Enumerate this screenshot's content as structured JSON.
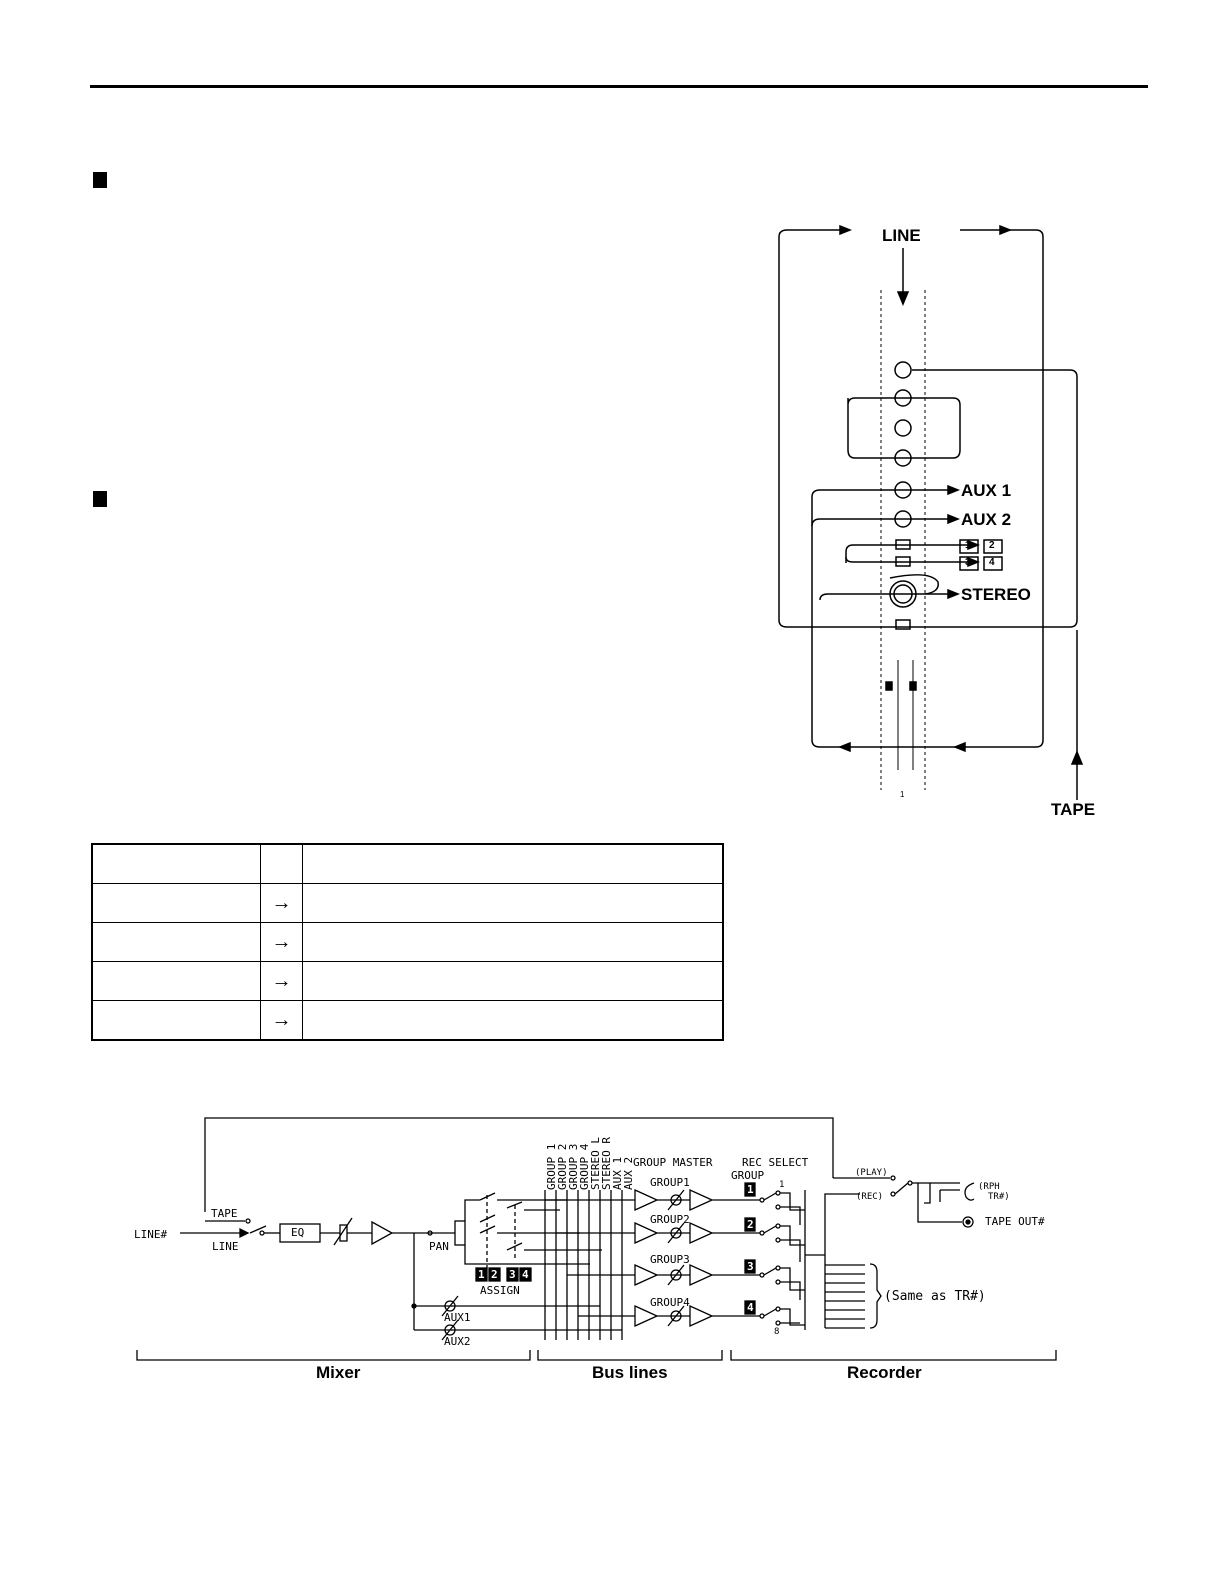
{
  "channel_strip": {
    "input_label": "LINE",
    "tape_label": "TAPE",
    "outputs": [
      "AUX 1",
      "AUX 2",
      "STEREO"
    ],
    "group_buttons_row1": [
      "1",
      "2"
    ],
    "group_buttons_row2": [
      "3",
      "4"
    ],
    "channel_number": "1"
  },
  "routing_table": {
    "rows": [
      {
        "arrow": ""
      },
      {
        "arrow": "→"
      },
      {
        "arrow": "→"
      },
      {
        "arrow": "→"
      },
      {
        "arrow": "→"
      }
    ]
  },
  "block_diagram": {
    "input": "LINE#",
    "tape": "TAPE",
    "line": "LINE",
    "eq": "EQ",
    "pan": "PAN",
    "assign_numbers": [
      "1",
      "2",
      "3",
      "4"
    ],
    "assign": "ASSIGN",
    "aux1": "AUX1",
    "aux2": "AUX2",
    "bus_names": [
      "GROUP 1",
      "GROUP 2",
      "GROUP 3",
      "GROUP 4",
      "STEREO L",
      "STEREO R",
      "AUX 1",
      "AUX 2"
    ],
    "group_master_header": "GROUP MASTER",
    "groups": [
      "GROUP1",
      "GROUP2",
      "GROUP3",
      "GROUP4"
    ],
    "rec_select_header": "REC SELECT",
    "rec_select_group": "GROUP",
    "rec_select_numbers": [
      "1",
      "2",
      "3",
      "4"
    ],
    "track_first": "1",
    "track_last": "8",
    "play": "(PLAY)",
    "rec": "(REC)",
    "rph": "(RPH",
    "tr": "TR#)",
    "tape_out": "TAPE OUT#",
    "same_as": "(Same as TR#)"
  },
  "sections": [
    "Mixer",
    "Bus lines",
    "Recorder"
  ]
}
